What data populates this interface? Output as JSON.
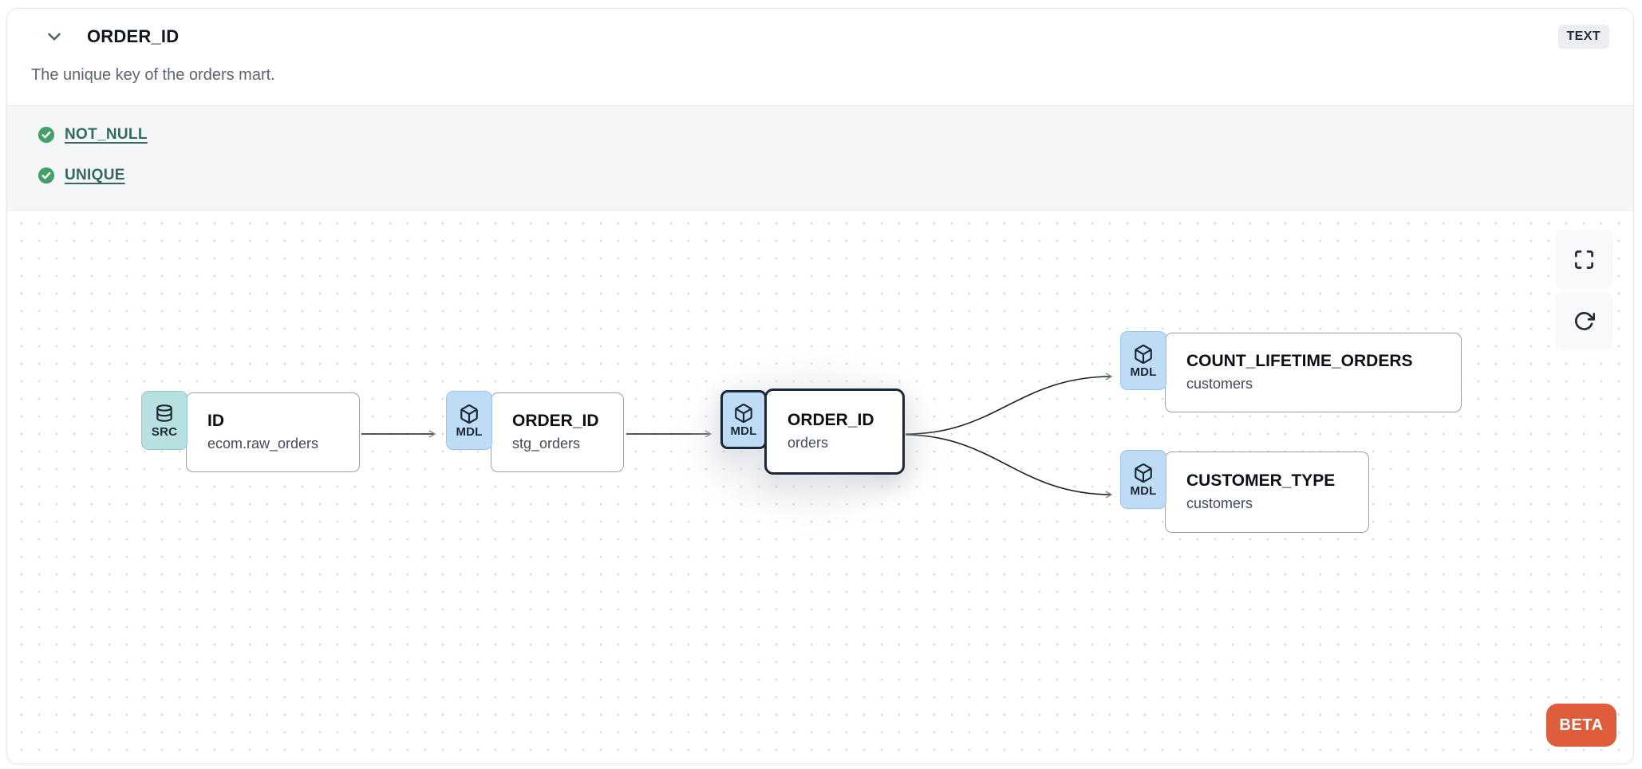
{
  "header": {
    "title": "ORDER_ID",
    "type_badge": "TEXT",
    "description": "The unique key of the orders mart."
  },
  "tests": {
    "items": [
      {
        "label": "NOT_NULL",
        "status": "pass"
      },
      {
        "label": "UNIQUE",
        "status": "pass"
      }
    ]
  },
  "lineage": {
    "nodes": [
      {
        "badge": "SRC",
        "icon": "database-icon",
        "title": "ID",
        "subtitle": "ecom.raw_orders",
        "selected": false
      },
      {
        "badge": "MDL",
        "icon": "cube-icon",
        "title": "ORDER_ID",
        "subtitle": "stg_orders",
        "selected": false
      },
      {
        "badge": "MDL",
        "icon": "cube-icon",
        "title": "ORDER_ID",
        "subtitle": "orders",
        "selected": true
      },
      {
        "badge": "MDL",
        "icon": "cube-icon",
        "title": "COUNT_LIFETIME_ORDERS",
        "subtitle": "customers",
        "selected": false
      },
      {
        "badge": "MDL",
        "icon": "cube-icon",
        "title": "CUSTOMER_TYPE",
        "subtitle": "customers",
        "selected": false
      }
    ],
    "edges": [
      {
        "from": "ID (ecom.raw_orders)",
        "to": "ORDER_ID (stg_orders)"
      },
      {
        "from": "ORDER_ID (stg_orders)",
        "to": "ORDER_ID (orders)"
      },
      {
        "from": "ORDER_ID (orders)",
        "to": "COUNT_LIFETIME_ORDERS (customers)"
      },
      {
        "from": "ORDER_ID (orders)",
        "to": "CUSTOMER_TYPE (customers)"
      }
    ],
    "beta_label": "BETA"
  },
  "icons": {
    "header_collapse": "chevron-down-icon",
    "test_status": "check-circle-icon",
    "source_node": "database-icon",
    "model_node": "cube-icon",
    "canvas_fullscreen": "fullscreen-icon",
    "canvas_refresh": "refresh-icon"
  },
  "colors": {
    "accent_orange": "#de5e3b",
    "badge_src_bg": "#b7e1e1",
    "badge_mdl_bg": "#bedcf6",
    "test_pass_green": "#47a06c",
    "link_teal": "#35695f",
    "selected_border": "#1d2836",
    "tests_section_bg": "#f4f6f8"
  }
}
